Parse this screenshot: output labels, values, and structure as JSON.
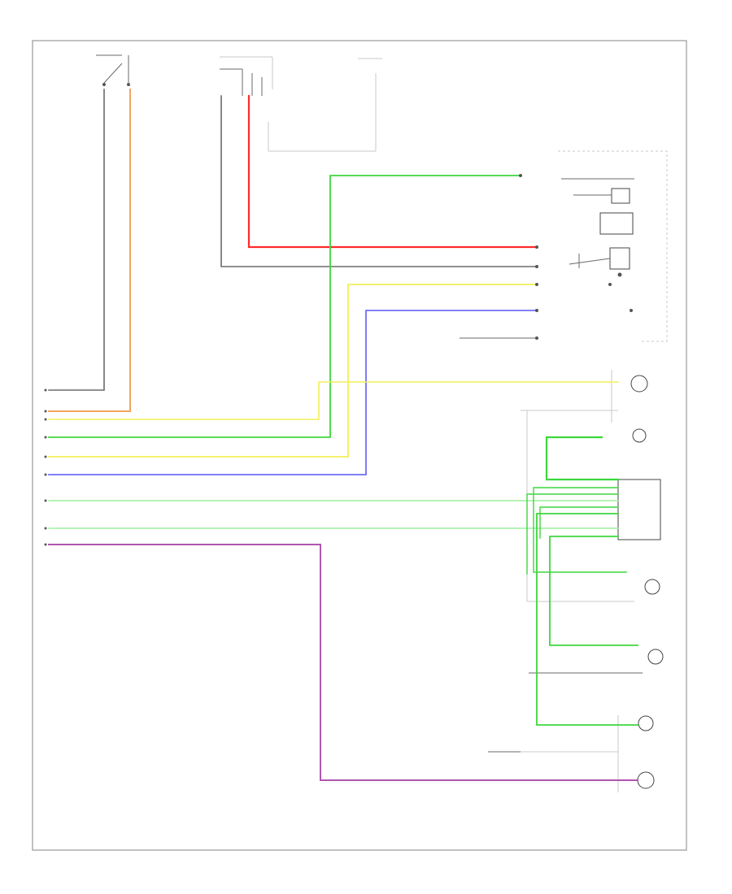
{
  "diagram": {
    "footer_code": "",
    "labels": {
      "switch_top": "",
      "connector_top_mid": "",
      "connector_top_right": "",
      "relay_block": "",
      "instrument_cluster": "",
      "left_rear_sensor": "",
      "right_rear_sensor": "",
      "left_front_sensor": "",
      "right_front_sensor": ""
    }
  },
  "colors": {
    "gray": "#6b6b6b",
    "orange": "#f4a460",
    "red": "#ff2a2a",
    "green": "#3ed63e",
    "yellow": "#f2ef5a",
    "blue": "#6f6ff5",
    "light_green": "#9ef09e",
    "violet": "#b055b0",
    "frame": "#9a9a9a"
  },
  "wires": [
    {
      "id": "gray-left",
      "color": "gray"
    },
    {
      "id": "orange",
      "color": "orange"
    },
    {
      "id": "red",
      "color": "red"
    },
    {
      "id": "gray-mid",
      "color": "gray"
    },
    {
      "id": "green-top",
      "color": "green"
    },
    {
      "id": "yellow-top",
      "color": "yellow"
    },
    {
      "id": "blue",
      "color": "blue"
    },
    {
      "id": "yellow-low",
      "color": "yellow"
    },
    {
      "id": "green-low",
      "color": "green"
    },
    {
      "id": "lgreen-1",
      "color": "light_green"
    },
    {
      "id": "lgreen-2",
      "color": "light_green"
    },
    {
      "id": "violet",
      "color": "violet"
    }
  ]
}
